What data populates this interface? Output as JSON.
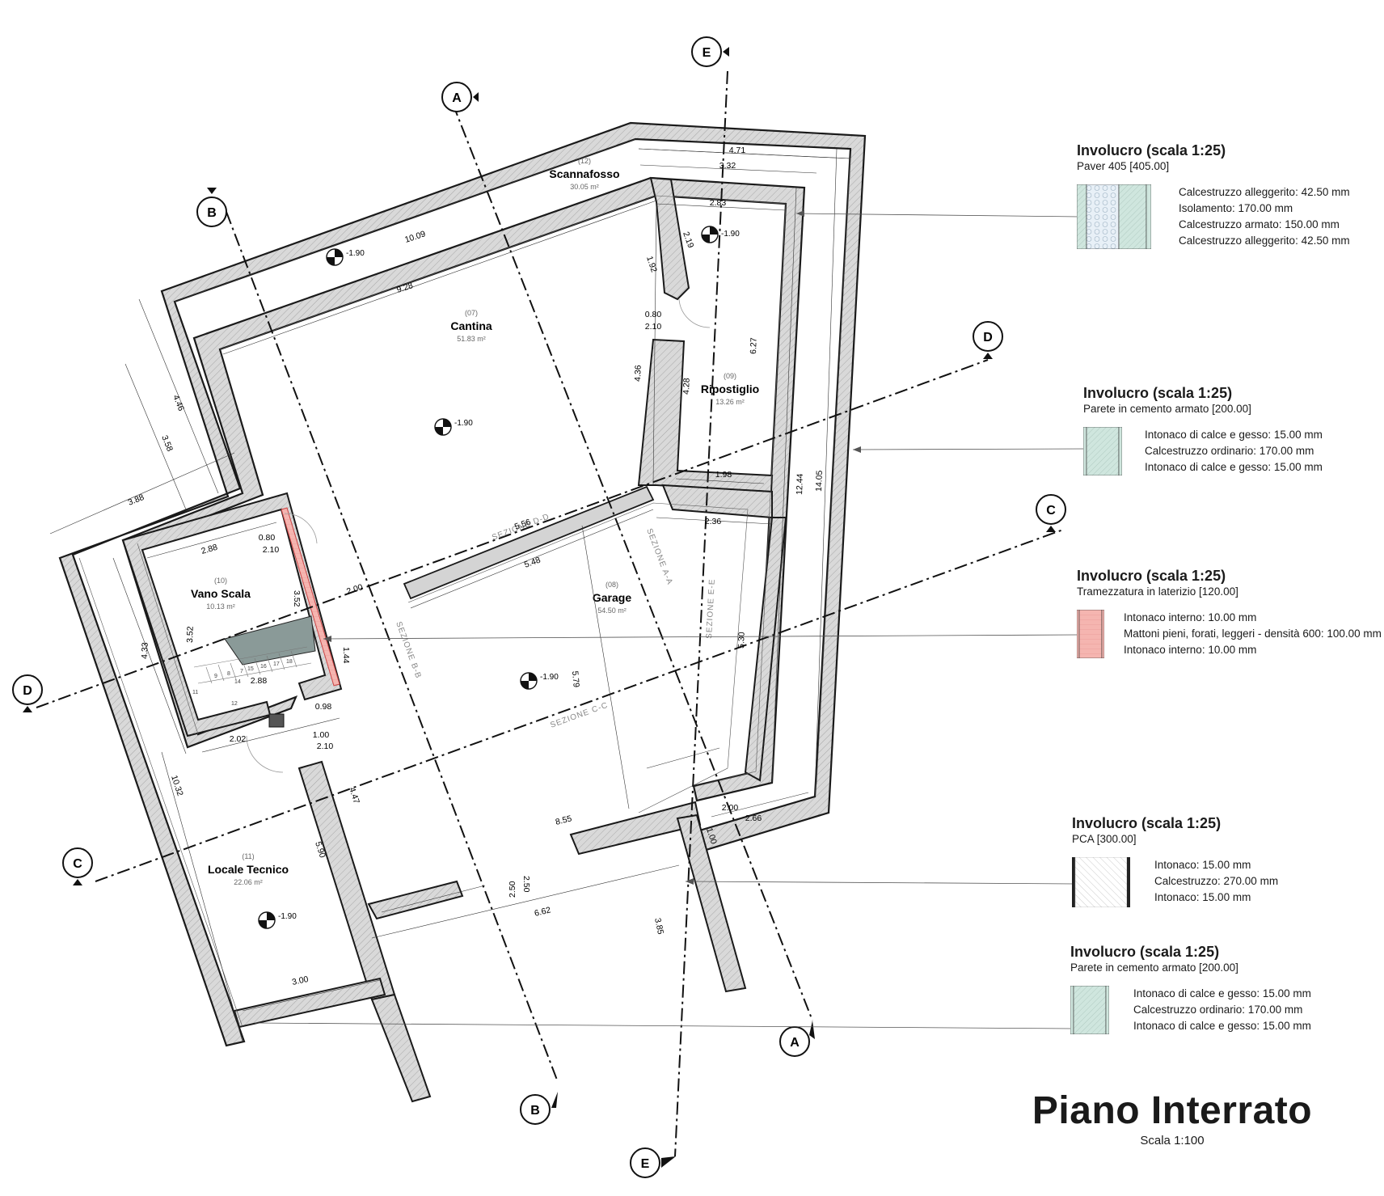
{
  "title": "Piano Interrato",
  "scale": "Scala 1:100",
  "rooms": [
    {
      "num": "(12)",
      "name": "Scannafosso",
      "area": "30.05 m²"
    },
    {
      "num": "(07)",
      "name": "Cantina",
      "area": "51.83 m²"
    },
    {
      "num": "(09)",
      "name": "Ripostiglio",
      "area": "13.26 m²"
    },
    {
      "num": "(10)",
      "name": "Vano Scala",
      "area": "10.13 m²"
    },
    {
      "num": "(08)",
      "name": "Garage",
      "area": "54.50 m²"
    },
    {
      "num": "(11)",
      "name": "Locale Tecnico",
      "area": "22.06 m²"
    }
  ],
  "levels": [
    "-1.90",
    "-1.90",
    "-1.90",
    "-1.90",
    "-1.90"
  ],
  "sections": {
    "bubbles": [
      "A",
      "A",
      "B",
      "B",
      "C",
      "C",
      "D",
      "D",
      "E",
      "E"
    ],
    "labels": [
      "SEZIONE D-D",
      "SEZIONE A-A",
      "SEZIONE E-E",
      "SEZIONE B-B",
      "SEZIONE C-C"
    ]
  },
  "dimensions": [
    "4.71",
    "3.32",
    "2.83",
    "2.19",
    "10.09",
    "9.28",
    "1.92",
    "0.80",
    "2.10",
    "6.27",
    "4.36",
    "4.28",
    "4.46",
    "3.58",
    "3.88",
    "1.98",
    "12.44",
    "14.05",
    "2.36",
    "5.56",
    "5.48",
    "2.88",
    "0.80",
    "2.10",
    "3.52",
    "3.52",
    "2.00",
    "4.33",
    "1.44",
    "2.88",
    "0.98",
    "2.02",
    "1.00",
    "2.10",
    "5.79",
    "5.30",
    "10.32",
    "4.47",
    "5.90",
    "2.00",
    "2.66",
    "1.00",
    "8.55",
    "2.50",
    "2.50",
    "6.62",
    "3.85",
    "3.00"
  ],
  "stairs": [
    "9",
    "8",
    "7",
    "14",
    "15",
    "16",
    "17",
    "18",
    "11",
    "12"
  ],
  "legends": [
    {
      "title": "Involucro (scala 1:25)",
      "subtitle": "Paver 405 [405.00]",
      "layers": [
        "Calcestruzzo alleggerito: 42.50 mm",
        "Isolamento: 170.00 mm",
        "Calcestruzzo armato: 150.00 mm",
        "Calcestruzzo alleggerito: 42.50 mm"
      ]
    },
    {
      "title": "Involucro (scala 1:25)",
      "subtitle": "Parete in cemento armato [200.00]",
      "layers": [
        "Intonaco di calce e gesso: 15.00 mm",
        "Calcestruzzo ordinario: 170.00 mm",
        "Intonaco di calce e gesso: 15.00 mm"
      ]
    },
    {
      "title": "Involucro (scala 1:25)",
      "subtitle": "Tramezzatura in laterizio [120.00]",
      "layers": [
        "Intonaco interno: 10.00 mm",
        "Mattoni pieni, forati, leggeri - densità 600: 100.00 mm",
        "Intonaco interno: 10.00 mm"
      ]
    },
    {
      "title": "Involucro (scala 1:25)",
      "subtitle": "PCA [300.00]",
      "layers": [
        "Intonaco: 15.00 mm",
        "Calcestruzzo: 270.00 mm",
        "Intonaco: 15.00 mm"
      ]
    },
    {
      "title": "Involucro (scala 1:25)",
      "subtitle": "Parete in cemento armato [200.00]",
      "layers": [
        "Intonaco di calce e gesso: 15.00 mm",
        "Calcestruzzo ordinario: 170.00 mm",
        "Intonaco di calce e gesso: 15.00 mm"
      ]
    }
  ],
  "colors": {
    "wall_fill": "#d4d4d4",
    "wall_stroke": "#1a1a1a",
    "insulation": "#dce9f3",
    "concrete_tint": "#cfe6de",
    "brick_tint": "#f5b5b0",
    "pca_fill": "#e6e6e6"
  }
}
